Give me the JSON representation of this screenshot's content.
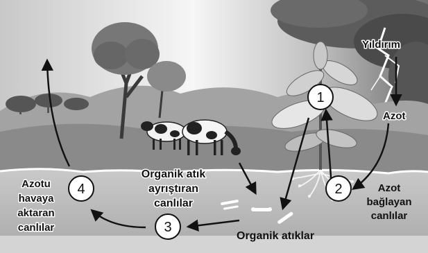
{
  "labels": {
    "lightning": "Yıldırım",
    "nitrogen": "Azot",
    "fixers_line1": "Azot",
    "fixers_line2": "bağlayan",
    "fixers_line3": "canlılar",
    "organic_waste": "Organik atıklar",
    "decomposers_line1": "Organik atık",
    "decomposers_line2": "ayrıştıran",
    "decomposers_line3": "canlılar",
    "releasers_line1": "Azotu",
    "releasers_line2": "havaya",
    "releasers_line3": "aktaran",
    "releasers_line4": "canlılar"
  },
  "steps": [
    "1",
    "2",
    "3",
    "4"
  ],
  "icons": {
    "sky": "sky-gradient",
    "storm": "storm-cloud-icon",
    "bolt": "lightning-bolt-icon",
    "tree": "tree-icon",
    "cow": "cow-icon",
    "plant": "plant-icon",
    "bones": "bones-icon"
  },
  "colors": {
    "sky_light": "#f2f2f2",
    "sky_dark": "#7d7d7d",
    "hills": "#9a9a9a",
    "grass": "#8c8c8c",
    "soil": "#b9b9b9",
    "arrow": "#111111"
  }
}
